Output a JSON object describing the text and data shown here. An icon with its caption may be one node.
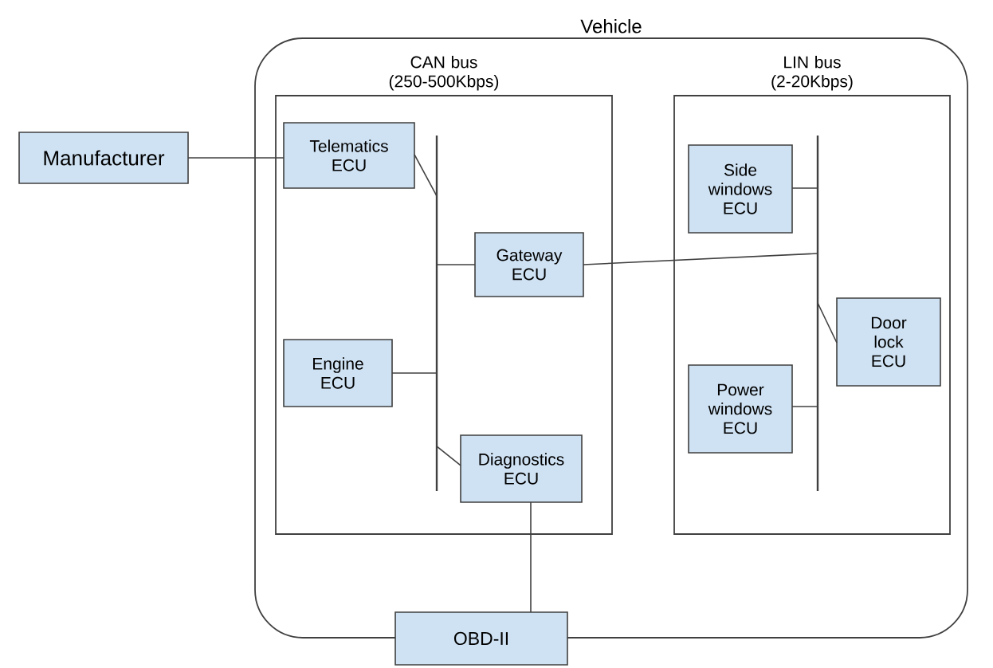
{
  "diagram": {
    "nodes": [
      {
        "text": [
          "Vehicle"
        ]
      },
      {
        "text": [
          "CAN bus (250-500Kbps)"
        ],
        "in": 0
      },
      {
        "text": [
          "LIN bus (2-20Kbps)"
        ],
        "in": 0
      },
      {
        "text": [
          "Manufacturer"
        ]
      },
      {
        "text": [
          "Telematics ECU"
        ],
        "in": 1
      },
      {
        "text": [],
        "shape": "bar",
        "in": 1
      },
      {
        "text": [
          "Gateway ECU"
        ],
        "in": 1
      },
      {
        "text": [
          "Engine ECU"
        ],
        "in": 1
      },
      {
        "text": [
          "Diagnostics ECU"
        ],
        "in": 1
      },
      {
        "text": [
          "Side windows ECU"
        ],
        "in": 2
      },
      {
        "text": [],
        "shape": "bar",
        "in": 2
      },
      {
        "text": [
          "Door lock ECU"
        ],
        "in": 2
      },
      {
        "text": [
          "Power windows ECU"
        ],
        "in": 2
      },
      {
        "text": [
          "OBD-II"
        ]
      }
    ],
    "edges": [
      {
        "from": 3,
        "to": 4,
        "arrow": "none"
      },
      {
        "from": 4,
        "to": 5,
        "arrow": "none"
      },
      {
        "from": 6,
        "to": 5,
        "arrow": "none"
      },
      {
        "from": 7,
        "to": 5,
        "arrow": "none"
      },
      {
        "from": 5,
        "to": 8,
        "arrow": "none"
      },
      {
        "from": 8,
        "to": 13,
        "arrow": "none"
      },
      {
        "from": 6,
        "to": 10,
        "arrow": "none"
      },
      {
        "from": 9,
        "to": 10,
        "arrow": "none"
      },
      {
        "from": 10,
        "to": 11,
        "arrow": "none"
      },
      {
        "from": 12,
        "to": 10,
        "arrow": "none"
      }
    ]
  }
}
